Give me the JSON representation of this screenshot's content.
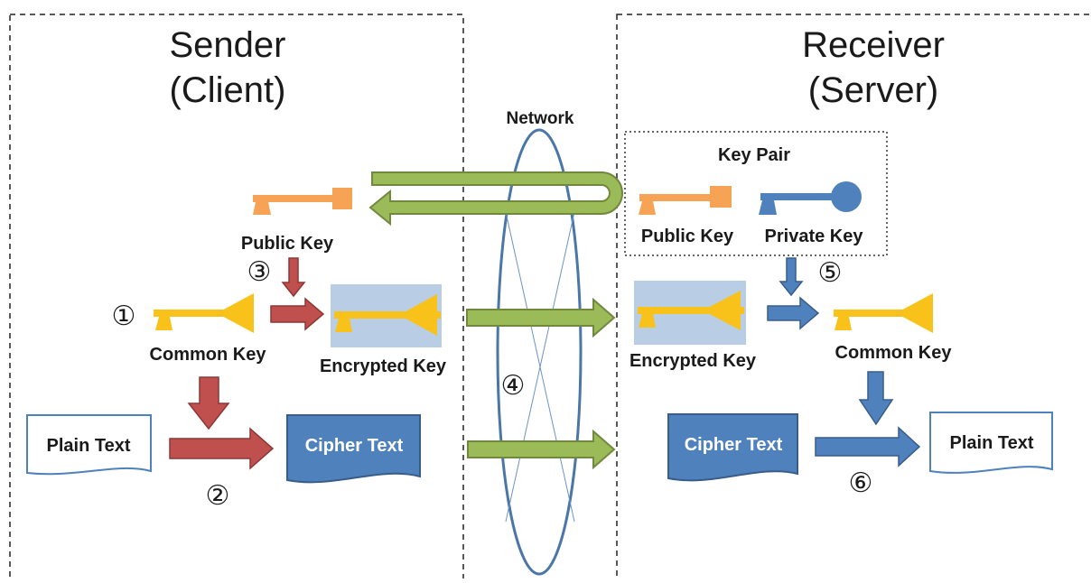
{
  "sender": {
    "title_line1": "Sender",
    "title_line2": "(Client)"
  },
  "receiver": {
    "title_line1": "Receiver",
    "title_line2": "(Server)"
  },
  "network": {
    "label": "Network"
  },
  "key_pair": {
    "label": "Key Pair"
  },
  "labels": {
    "public_key": "Public Key",
    "private_key": "Private Key",
    "common_key": "Common Key",
    "encrypted_key": "Encrypted Key",
    "plain_text": "Plain Text",
    "cipher_text": "Cipher Text"
  },
  "steps": {
    "s1": "①",
    "s2": "②",
    "s3": "③",
    "s4": "④",
    "s5": "⑤",
    "s6": "⑥"
  },
  "colors": {
    "orange_key": "#F7A355",
    "yellow_key": "#F8C21A",
    "blue_key": "#4F81BD",
    "red_arrow": "#C0504D",
    "red_arrow_edge": "#8C3836",
    "blue_arrow": "#4F81BD",
    "blue_arrow_edge": "#385D8A",
    "green_arrow": "#9BBB59",
    "green_arrow_edge": "#71893F",
    "encrypted_box": "#B9CDE5",
    "cipher_doc": "#4F81BD",
    "network_ellipse": "#4A76A8"
  }
}
